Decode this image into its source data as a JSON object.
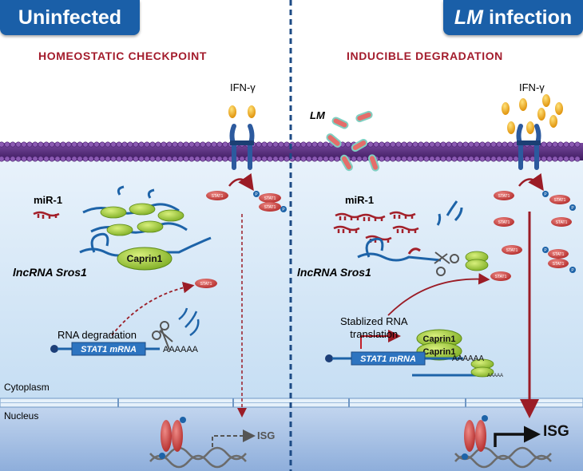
{
  "left_panel": {
    "tab_label": "Uninfected",
    "heading": "HOMEOSTATIC CHECKPOINT",
    "cytokine": "IFN-γ",
    "mirna": "miR-1",
    "lncrna": "lncRNA Sros1",
    "caprin": "Caprin1",
    "stat": "STAT1",
    "phospho": "P",
    "rna_deg": "RNA degradation",
    "mrna": "STAT1 mRNA",
    "polya": "AAAAAA",
    "isg": "ISG"
  },
  "right_panel": {
    "tab_label_italic": "LM",
    "tab_label_rest": " infection",
    "heading": "INDUCIBLE DEGRADATION",
    "pathogen": "LM",
    "cytokine": "IFN-γ",
    "mirna": "miR-1",
    "lncrna": "lncRNA Sros1",
    "stab_line1": "Stablized RNA",
    "stab_line2": "translation",
    "caprin": "Caprin1",
    "mrna": "STAT1 mRNA",
    "polya": "AAAAAA",
    "polya_small": "AAAAA",
    "isg": "ISG",
    "stat": "STAT1",
    "phospho": "P"
  },
  "compartments": {
    "cytoplasm": "Cytoplasm",
    "nucleus": "Nucleus"
  },
  "colors": {
    "tab_blue": "#1a5fa8",
    "heading_red": "#a31c2c",
    "membrane_purple": "#5a2d82",
    "cytoplasm_blue": "#cfe4f5",
    "nucleus_blue": "#9db9de",
    "stat1_red": "#c9403d",
    "caprin_green": "#9ccc3a",
    "mirna_red": "#a3202a"
  }
}
